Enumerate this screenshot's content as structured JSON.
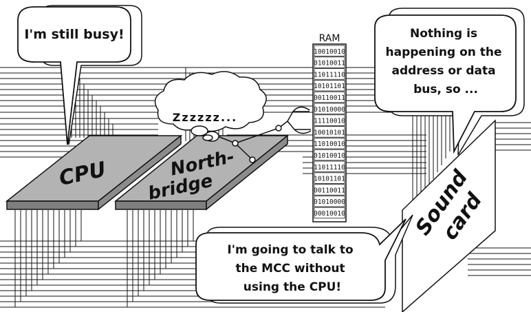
{
  "diagram": {
    "ram_label": "RAM",
    "ram_cells": [
      "10010010",
      "01010011",
      "11011110",
      "10101101",
      "00110011",
      "01010000",
      "11110010",
      "10010101",
      "11010010",
      "01010010",
      "11011110",
      "10101101",
      "00110011",
      "01010000",
      "00010010"
    ],
    "cpu_label": "CPU",
    "northbridge_line1": "North-",
    "northbridge_line2": "bridge",
    "soundcard_line1": "Sound",
    "soundcard_line2": "card",
    "cpu_bubble": "I'm still busy!",
    "northbridge_thought": "Zzzzzz...",
    "soundcard_bubble_lines": [
      "Nothing is",
      "happening on the",
      "address or data",
      "bus, so ..."
    ],
    "bottom_bubble_lines": [
      "I'm going to talk to",
      "the MCC without",
      "using the CPU!"
    ]
  },
  "colors": {
    "chip_top": "#b3b3b3",
    "chip_side": "#7f7f7f",
    "line": "#111111",
    "background": "#ffffff"
  }
}
